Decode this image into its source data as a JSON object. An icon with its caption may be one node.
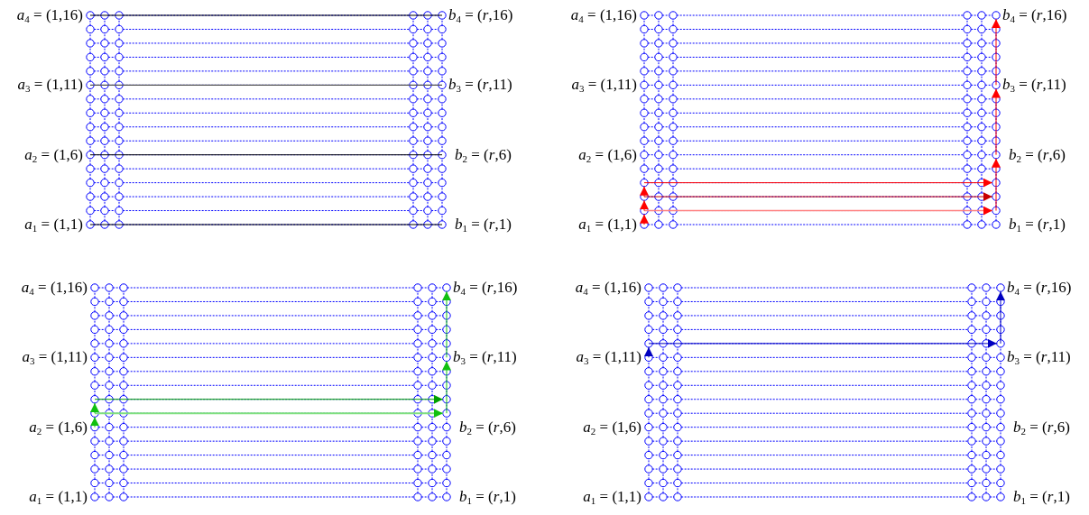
{
  "diagram": {
    "labels": [
      "*a*$_{4}$ = (1,16)",
      "*b*$_{4}$ = (*r*,16)",
      "*a*$_{3}$ = (1,11)",
      "*b*$_{3}$ = (*r*,11)",
      "*a*$_{2}$ = (1,6)",
      "*b*$_{2}$ = (*r*,6)",
      "*a*$_{1}$ = (1,1)",
      "*b*$_{1}$ = (*r*,1)",
      "*a*$_{4}$ = (1,16)",
      "*b*$_{4}$ = (*r*,16)",
      "*a*$_{3}$ = (1,11)",
      "*b*$_{3}$ = (*r*,11)",
      "*a*$_{2}$ = (1,6)",
      "*b*$_{2}$ = (*r*,6)",
      "*a*$_{1}$ = (1,1)",
      "*b*$_{1}$ = (*r*,1)",
      "*a*$_{4}$ = (1,16)",
      "*b*$_{4}$ = (*r*,16)",
      "*a*$_{3}$ = (1,11)",
      "*b*$_{3}$ = (*r*,11)",
      "*a*$_{2}$ = (1,6)",
      "*b*$_{2}$ = (*r*,6)",
      "*a*$_{1}$ = (1,1)",
      "*b*$_{1}$ = (*r*,1)",
      "*a*$_{4}$ = (1,16)",
      "*b*$_{4}$ = (*r*,16)",
      "*a*$_{3}$ = (1,11)",
      "*b*$_{3}$ = (*r*,11)",
      "*a*$_{2}$ = (1,6)",
      "*b*$_{2}$ = (*r*,6)",
      "*a*$_{1}$ = (1,1)",
      "*b*$_{1}$ = (*r*,1)"
    ]
  }
}
